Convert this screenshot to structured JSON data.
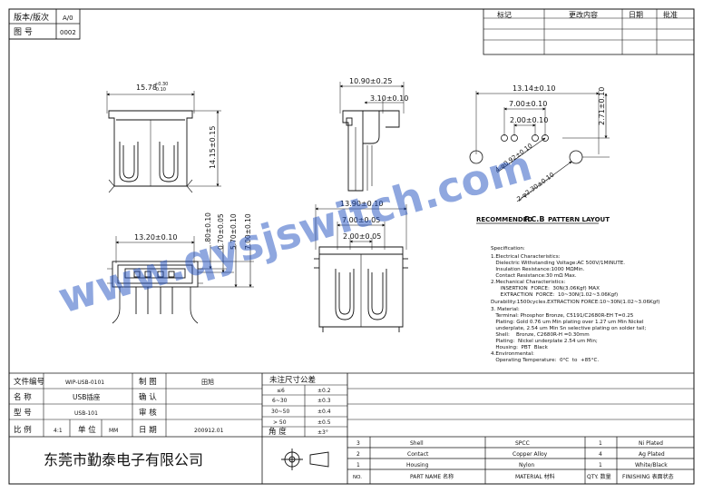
{
  "title_block": {
    "version_label": "版本/版次",
    "version_value": "A/0",
    "drawing_no_label": "图 号",
    "drawing_no_value": "0002"
  },
  "revision_table": {
    "headers": [
      "标记",
      "更改内容",
      "日期",
      "批准"
    ]
  },
  "dimensions": {
    "front_width": "15.78",
    "front_width_tol_upper": "+0.30",
    "front_width_tol_lower": "-0.10",
    "front_height": "14.15±0.15",
    "side_width": "10.90±0.25",
    "side_offset": "3.10±0.10",
    "bottom_width": "13.20±0.10",
    "bottom_d1": ".80±0.10",
    "bottom_d2": "0.70±0.05",
    "bottom_d3": "5.70±0.10",
    "bottom_d4": "7.00±0.10",
    "rear_w1": "13.90±0.10",
    "rear_w2": "7.00±0.05",
    "rear_w3": "2.00±0.05",
    "pcb_w1": "13.14±0.10",
    "pcb_w2": "7.00±0.10",
    "pcb_w3": "2.00±0.10",
    "pcb_h": "2.71±0.10",
    "pcb_hole_small": "4-φ0.92±0.10",
    "pcb_hole_large": "2-φ2.30±0.10"
  },
  "pcb_title": {
    "prefix": "RECOMMENDED",
    "highlight": "P.C.B",
    "suffix": "PATTERN LAYOUT"
  },
  "watermark": "www.qysjswitch.com",
  "specification": [
    "Specification:",
    "1.Electrical Characteristics:",
    "   Dielectric Withstanding Voltage:AC 500V/1MINUTE.",
    "   Insulation Resistance:1000 MΩMin.",
    "   Contact Resistance:30 mΩ Max.",
    "2.Mechanical Characteristics:",
    "      INSERTION  FORCE:  30N(3.06Kgf) MAX",
    "      EXTRACTION  FORCE:  10~30N(1.02~3.06Kgf)",
    "Durability:1500cycles.EXTRACTION  FORCE:10~30N(1.02~3.06Kgf)",
    "3. Material:",
    "   Terminal: Phosphor Bronze, C5191/C2680R-EH T=0.25",
    "   Plating: Gold 0.76 um Min plating over 1.27 um Min Nickel",
    "   underplate, 2.54 um Min Sn selective plating on solder tail;",
    "   Shell:    Bronze, C2680R-H =0.30mm",
    "   Plating:  Nickel underplate 2.54 um Min;",
    "   Housing:  PBT  Black",
    "4.Environmental:",
    "   Operating Temperature:  0°C  to  +85°C."
  ],
  "info_block": {
    "file_no_label": "文件编号",
    "file_no_value": "WIP-USB-0101",
    "drawn_label": "制  图",
    "drawn_value": "田旭",
    "name_label": "名  称",
    "name_value": "USB插座",
    "check_label": "确  认",
    "model_label": "型  号",
    "model_value": "USB-101",
    "review_label": "审  核",
    "scale_label": "比  例",
    "scale_value": "4:1",
    "unit_label": "单  位",
    "unit_value": "MM",
    "date_label": "日  期",
    "date_value": "200912.01"
  },
  "tolerance_table": {
    "title": "未注尺寸公差",
    "rows": [
      {
        "range": "≤6",
        "tol": "±0.2"
      },
      {
        "range": "6~30",
        "tol": "±0.3"
      },
      {
        "range": "30~50",
        "tol": "±0.4"
      },
      {
        "range": "> 50",
        "tol": "±0.5"
      }
    ],
    "angle_label": "角  度",
    "angle_value": "±3°"
  },
  "company": "东莞市勤泰电子有限公司",
  "bom": {
    "headers": {
      "no": "NO.",
      "part": "PART  NAME 名称",
      "material": "MATERIAL 材料",
      "qty": "QTY. 数量",
      "finishing": "FINISHING 表面状态"
    },
    "rows": [
      {
        "no": "3",
        "part": "Shell",
        "material": "SPCC",
        "qty": "1",
        "finishing": "Ni Plated"
      },
      {
        "no": "2",
        "part": "Contact",
        "material": "Copper Alloy",
        "qty": "4",
        "finishing": "Ag Plated"
      },
      {
        "no": "1",
        "part": "Housing",
        "material": "Nylon",
        "qty": "1",
        "finishing": "White/Black"
      }
    ]
  }
}
